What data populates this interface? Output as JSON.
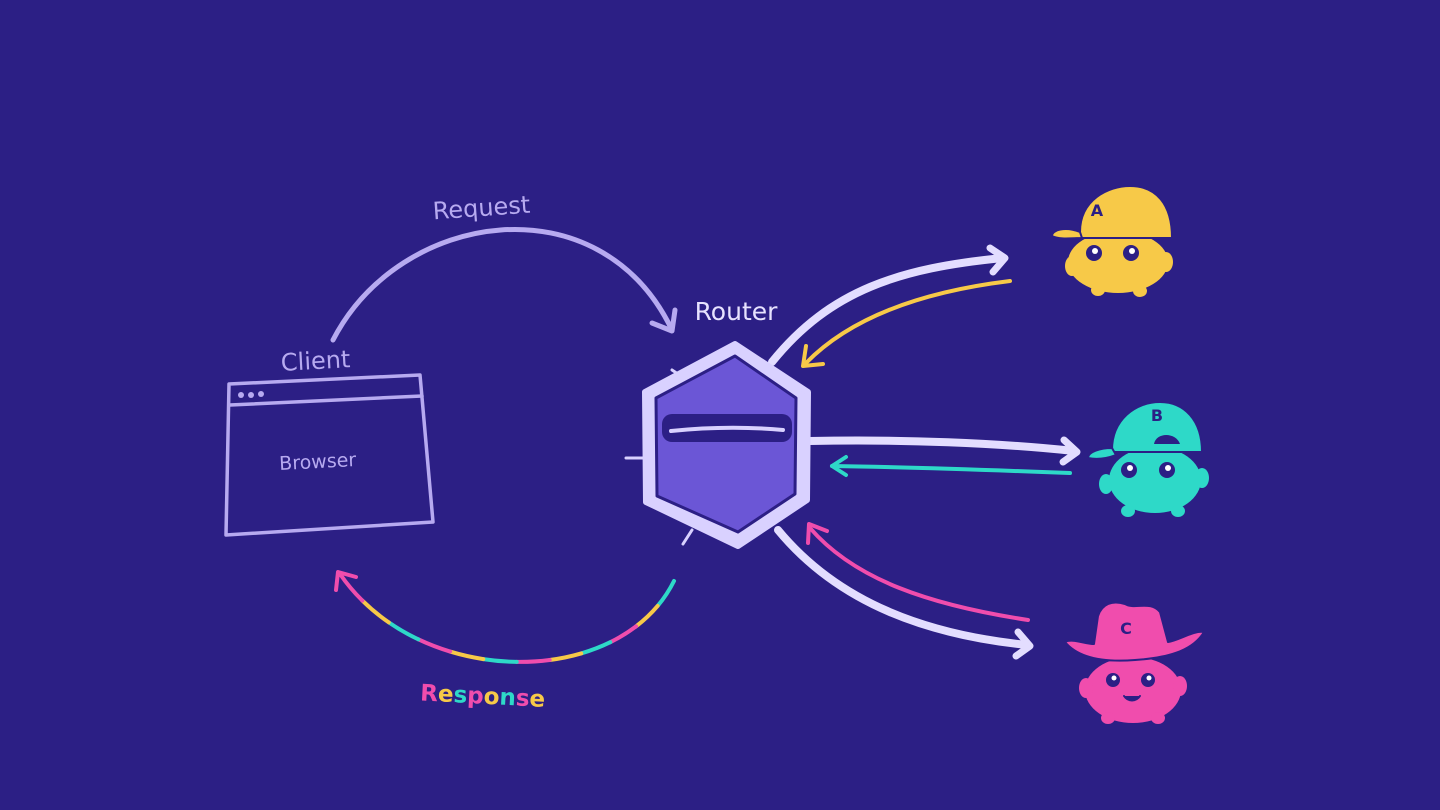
{
  "colors": {
    "background": "#2c1f85",
    "line": "#b7aaf0",
    "router_fill": "#6b56d6",
    "router_stroke": "#d9d1ff",
    "subgraph_a": "#f7c948",
    "subgraph_b": "#2ed9c8",
    "subgraph_c": "#f04dad",
    "response_colors": [
      "#f04dad",
      "#f7c948",
      "#2ed9c8"
    ]
  },
  "labels": {
    "request": "Request",
    "client": "Client",
    "browser": "Browser",
    "router": "Router",
    "response": [
      "R",
      "e",
      "s",
      "p",
      "o",
      "n",
      "s",
      "e"
    ]
  },
  "subgraphs": [
    {
      "letter": "A",
      "hat": "cap",
      "color_key": "subgraph_a"
    },
    {
      "letter": "B",
      "hat": "backwards-cap",
      "color_key": "subgraph_b"
    },
    {
      "letter": "C",
      "hat": "cowboy-hat",
      "color_key": "subgraph_c"
    }
  ],
  "icons": {
    "browser_window": "browser-window-icon",
    "router": "router-hexagon-icon",
    "subgraph_a": "mascot-a-icon",
    "subgraph_b": "mascot-b-icon",
    "subgraph_c": "mascot-c-icon"
  }
}
